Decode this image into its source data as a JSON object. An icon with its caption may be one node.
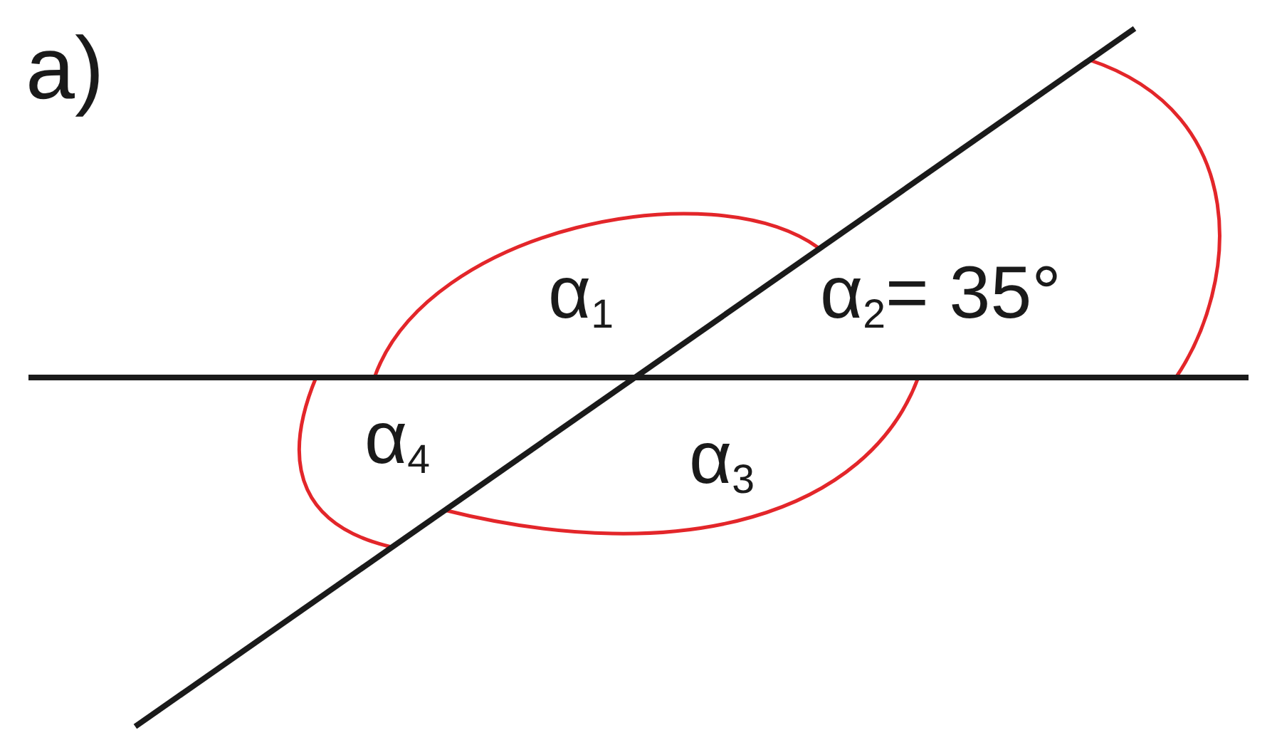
{
  "diagram": {
    "labels": [
      "a)",
      "α$_{1}$",
      "α$_{2}$= 35°",
      "α$_{3}$",
      "α$_{4}$"
    ]
  }
}
